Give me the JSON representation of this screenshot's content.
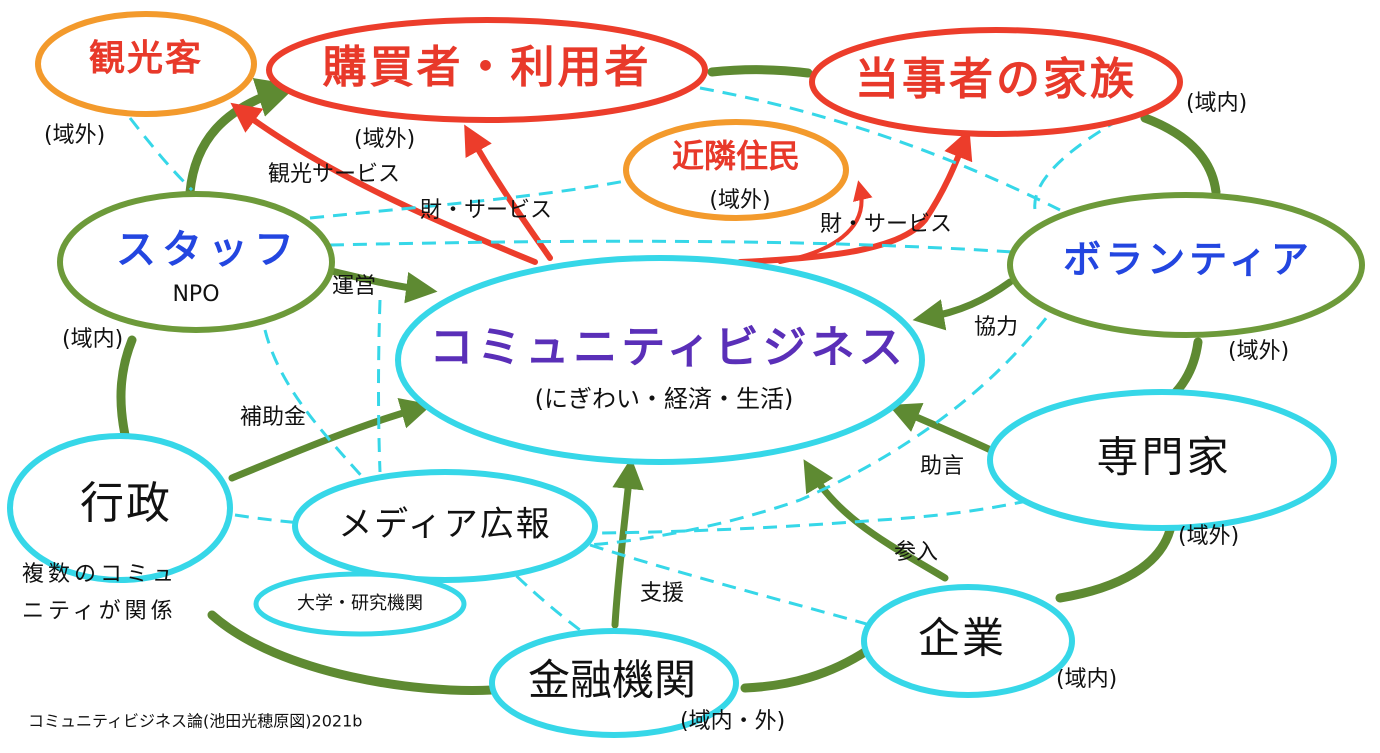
{
  "colors": {
    "red": "#ec3d2b",
    "orange": "#f39a2c",
    "green": "#5e8a32",
    "cyan": "#36d7e8",
    "blue": "#2346e0",
    "purple": "#5a2fb8",
    "text": "#111111"
  },
  "nodes": {
    "kankokyaku": "観光客",
    "konyusha": "購買者・利用者",
    "toujisha": "当事者の家族",
    "kinrin": "近隣住民",
    "kinrin_sub": "(域外)",
    "staff": "スタッフ",
    "staff_sub": "NPO",
    "volunteer": "ボランティア",
    "cb": "コミュニティビジネス",
    "cb_sub": "(にぎわい・経済・生活)",
    "senmonka": "専門家",
    "gyousei": "行政",
    "media": "メディア広報",
    "daigaku": "大学・研究機関",
    "kinyu": "金融機関",
    "kigyo": "企業"
  },
  "labels": {
    "ikigai_kanko": "(域外)",
    "iki_konyu": "(域外)",
    "iki_touji": "(域内)",
    "iki_staff": "(域内)",
    "iki_volunteer": "(域外)",
    "iki_senmon": "(域外)",
    "iki_kigyo": "(域内)",
    "iki_kinyu": "(域内・外)",
    "kanko_service": "観光サービス",
    "zai_service_left": "財・サービス",
    "zai_service_right": "財・サービス",
    "unei": "運営",
    "kyoryoku": "協力",
    "hojokin": "補助金",
    "jogen": "助言",
    "sannyu": "参入",
    "shien": "支援",
    "gyousei_note_1": "複数のコミュ",
    "gyousei_note_2": "ニティが関係",
    "credit": "コミュニティビジネス論(池田光穂原図)2021b"
  }
}
